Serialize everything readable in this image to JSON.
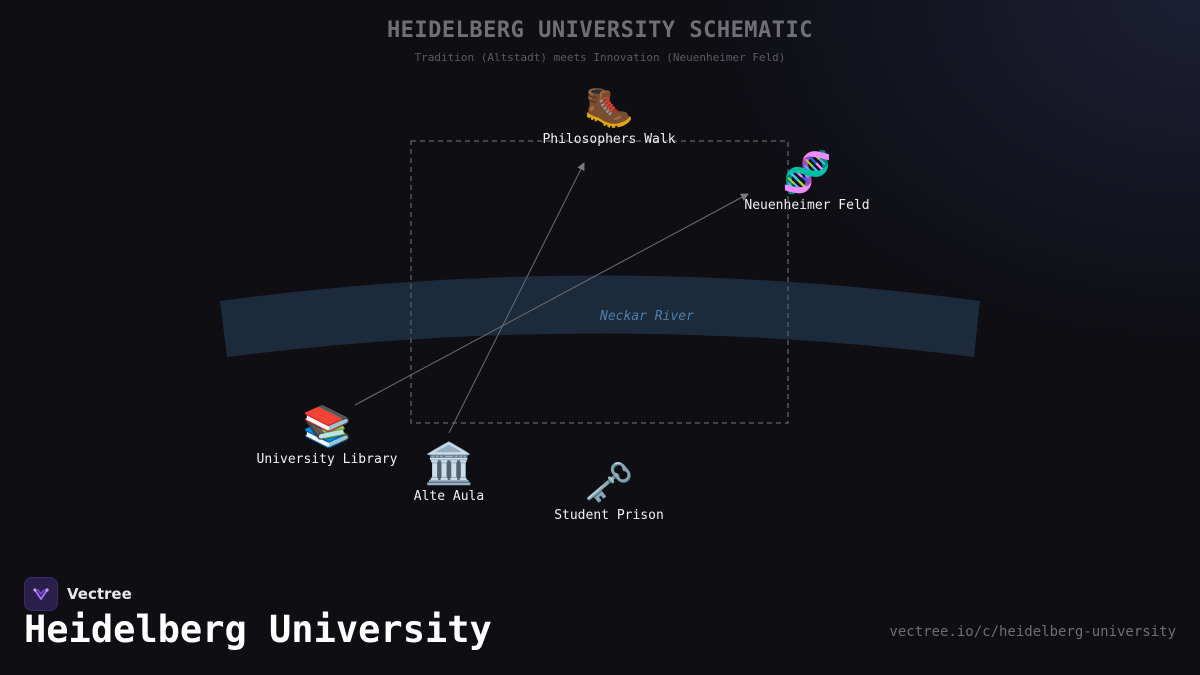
{
  "header": {
    "title": "HEIDELBERG UNIVERSITY SCHEMATIC",
    "subtitle": "Tradition (Altstadt) meets Innovation (Neuenheimer Feld)"
  },
  "river": {
    "label": "Neckar River",
    "color": "#1c2b3c"
  },
  "locations": {
    "philosophers_walk": {
      "label": "Philosophers Walk",
      "icon": "hiking-boot-icon",
      "glyph": "🥾"
    },
    "neuenheimer_feld": {
      "label": "Neuenheimer Feld",
      "icon": "dna-icon",
      "glyph": "🧬"
    },
    "university_library": {
      "label": "University Library",
      "icon": "books-icon",
      "glyph": "📚"
    },
    "alte_aula": {
      "label": "Alte Aula",
      "icon": "classical-building-icon",
      "glyph": "🏛️"
    },
    "student_prison": {
      "label": "Student Prison",
      "icon": "old-key-icon",
      "glyph": "🗝️"
    }
  },
  "connections": [
    {
      "from": "alte_aula",
      "to": "philosophers_walk"
    },
    {
      "from": "university_library",
      "to": "neuenheimer_feld"
    }
  ],
  "footer": {
    "brand": "Vectree",
    "title": "Heidelberg University",
    "url": "vectree.io/c/heidelberg-university"
  },
  "colors": {
    "accent": "#7b4dd6",
    "background": "#0e0e13"
  }
}
